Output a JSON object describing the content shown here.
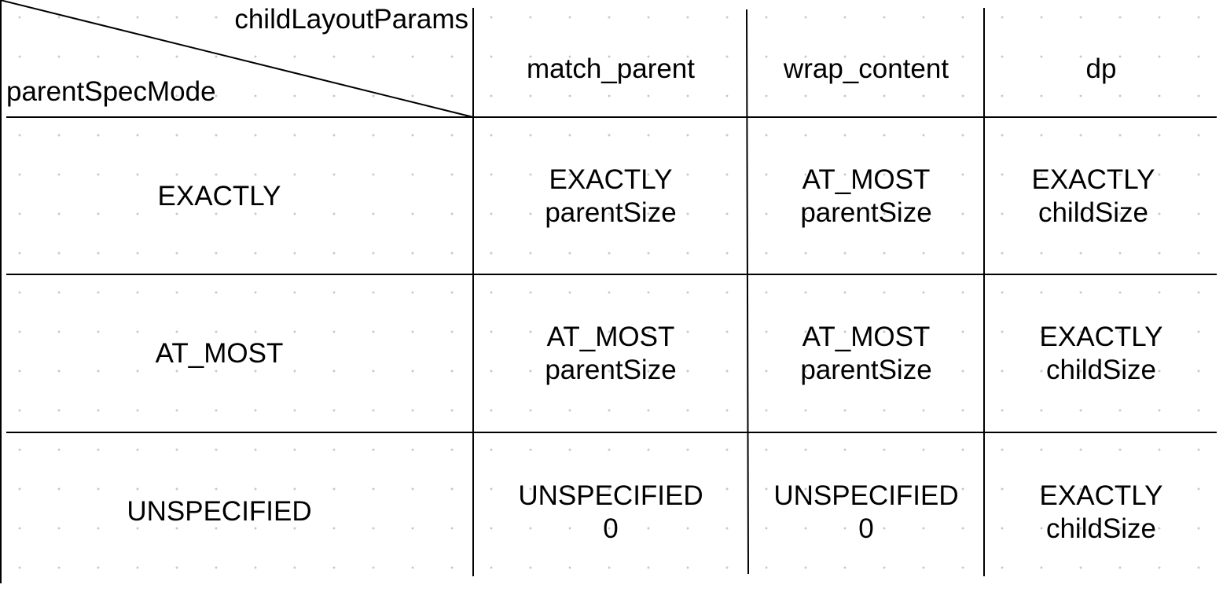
{
  "table": {
    "corner": {
      "column_axis_label": "childLayoutParams",
      "row_axis_label": "parentSpecMode"
    },
    "columns": [
      "match_parent",
      "wrap_content",
      "dp"
    ],
    "rows": [
      {
        "mode": "EXACTLY",
        "cells": [
          {
            "mode": "EXACTLY",
            "size": "parentSize"
          },
          {
            "mode": "AT_MOST",
            "size": "parentSize"
          },
          {
            "mode": "EXACTLY",
            "size": "childSize"
          }
        ]
      },
      {
        "mode": "AT_MOST",
        "cells": [
          {
            "mode": "AT_MOST",
            "size": "parentSize"
          },
          {
            "mode": "AT_MOST",
            "size": "parentSize"
          },
          {
            "mode": "EXACTLY",
            "size": "childSize"
          }
        ]
      },
      {
        "mode": "UNSPECIFIED",
        "cells": [
          {
            "mode": "UNSPECIFIED",
            "size": "0"
          },
          {
            "mode": "UNSPECIFIED",
            "size": "0"
          },
          {
            "mode": "EXACTLY",
            "size": "childSize"
          }
        ]
      }
    ]
  },
  "style": {
    "line_color": "#000000",
    "grid_dot_color": "#c8c8c8",
    "background_color": "#ffffff"
  }
}
